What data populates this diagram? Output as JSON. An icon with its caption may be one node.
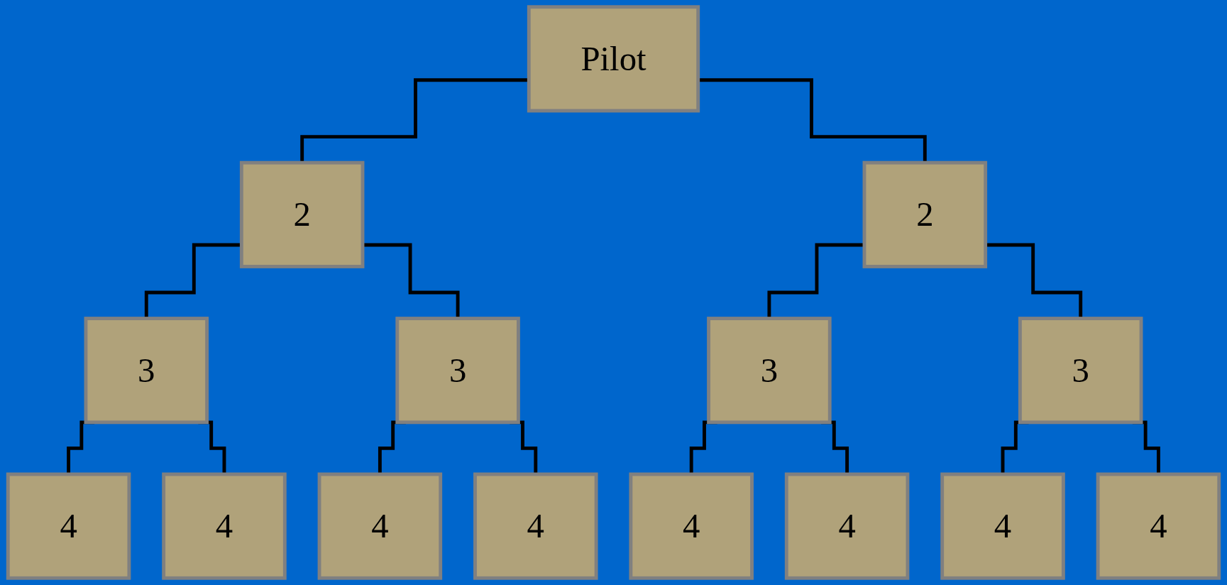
{
  "diagram": {
    "nodes": [
      {
        "text": [
          "Pilot"
        ]
      },
      {
        "text": [
          "2"
        ]
      },
      {
        "text": [
          "2"
        ]
      },
      {
        "text": [
          "3"
        ]
      },
      {
        "text": [
          "3"
        ]
      },
      {
        "text": [
          "3"
        ]
      },
      {
        "text": [
          "3"
        ]
      },
      {
        "text": [
          "4"
        ]
      },
      {
        "text": [
          "4"
        ]
      },
      {
        "text": [
          "4"
        ]
      },
      {
        "text": [
          "4"
        ]
      },
      {
        "text": [
          "4"
        ]
      },
      {
        "text": [
          "4"
        ]
      },
      {
        "text": [
          "4"
        ]
      },
      {
        "text": [
          "4"
        ]
      }
    ],
    "edges": [
      {
        "from": 0,
        "to": 1,
        "arrow": "none"
      },
      {
        "from": 0,
        "to": 2,
        "arrow": "none"
      },
      {
        "from": 1,
        "to": 3,
        "arrow": "none"
      },
      {
        "from": 1,
        "to": 4,
        "arrow": "none"
      },
      {
        "from": 2,
        "to": 5,
        "arrow": "none"
      },
      {
        "from": 2,
        "to": 6,
        "arrow": "none"
      },
      {
        "from": 3,
        "to": 7,
        "arrow": "none"
      },
      {
        "from": 3,
        "to": 8,
        "arrow": "none"
      },
      {
        "from": 4,
        "to": 9,
        "arrow": "none"
      },
      {
        "from": 4,
        "to": 10,
        "arrow": "none"
      },
      {
        "from": 5,
        "to": 11,
        "arrow": "none"
      },
      {
        "from": 5,
        "to": 12,
        "arrow": "none"
      },
      {
        "from": 6,
        "to": 13,
        "arrow": "none"
      },
      {
        "from": 6,
        "to": 14,
        "arrow": "none"
      }
    ]
  }
}
